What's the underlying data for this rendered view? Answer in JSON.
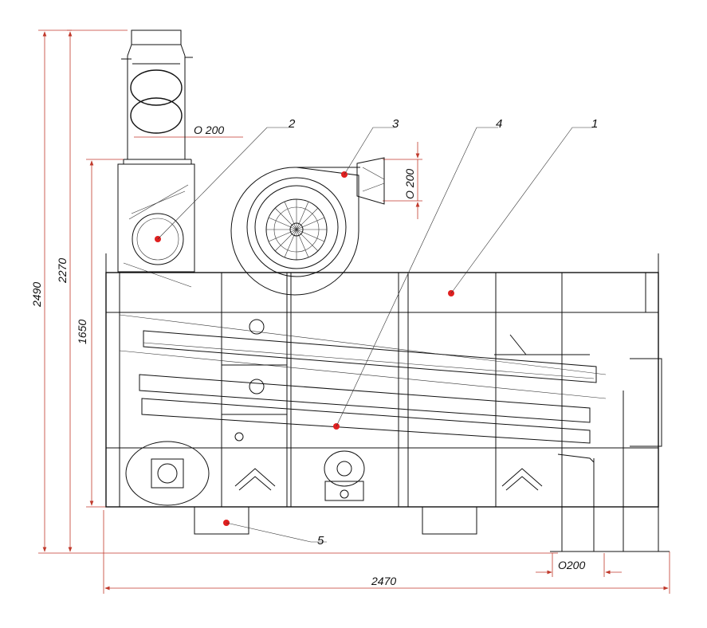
{
  "dimensions": {
    "total_height": "2490",
    "height_2": "2270",
    "height_3": "1650",
    "total_width": "2470",
    "top_inlet_diameter": "O  200",
    "fan_outlet_diameter": "O 200",
    "bottom_outlet_diameter": "O200"
  },
  "callouts": [
    "1",
    "2",
    "3",
    "4",
    "5"
  ],
  "colors": {
    "dimension_line": "#c0392b",
    "marker": "#e02020",
    "drawing": "#111111"
  }
}
